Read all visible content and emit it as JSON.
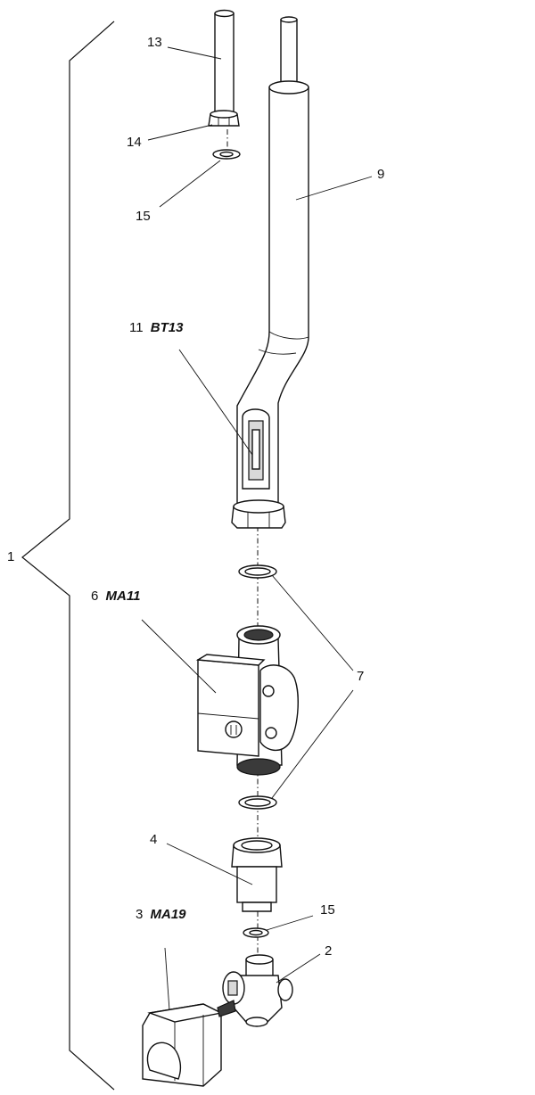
{
  "labels": {
    "assembly": "1",
    "valve": "2",
    "actuator_num": "3",
    "actuator_code": "MA19",
    "check_valve": "4",
    "pump_num": "6",
    "pump_code": "MA11",
    "gasket": "7",
    "pipe": "9",
    "sensor_num": "11",
    "sensor_code": "BT13",
    "inner_pipe": "13",
    "nut": "14",
    "washer_top": "15",
    "washer_bottom": "15"
  }
}
